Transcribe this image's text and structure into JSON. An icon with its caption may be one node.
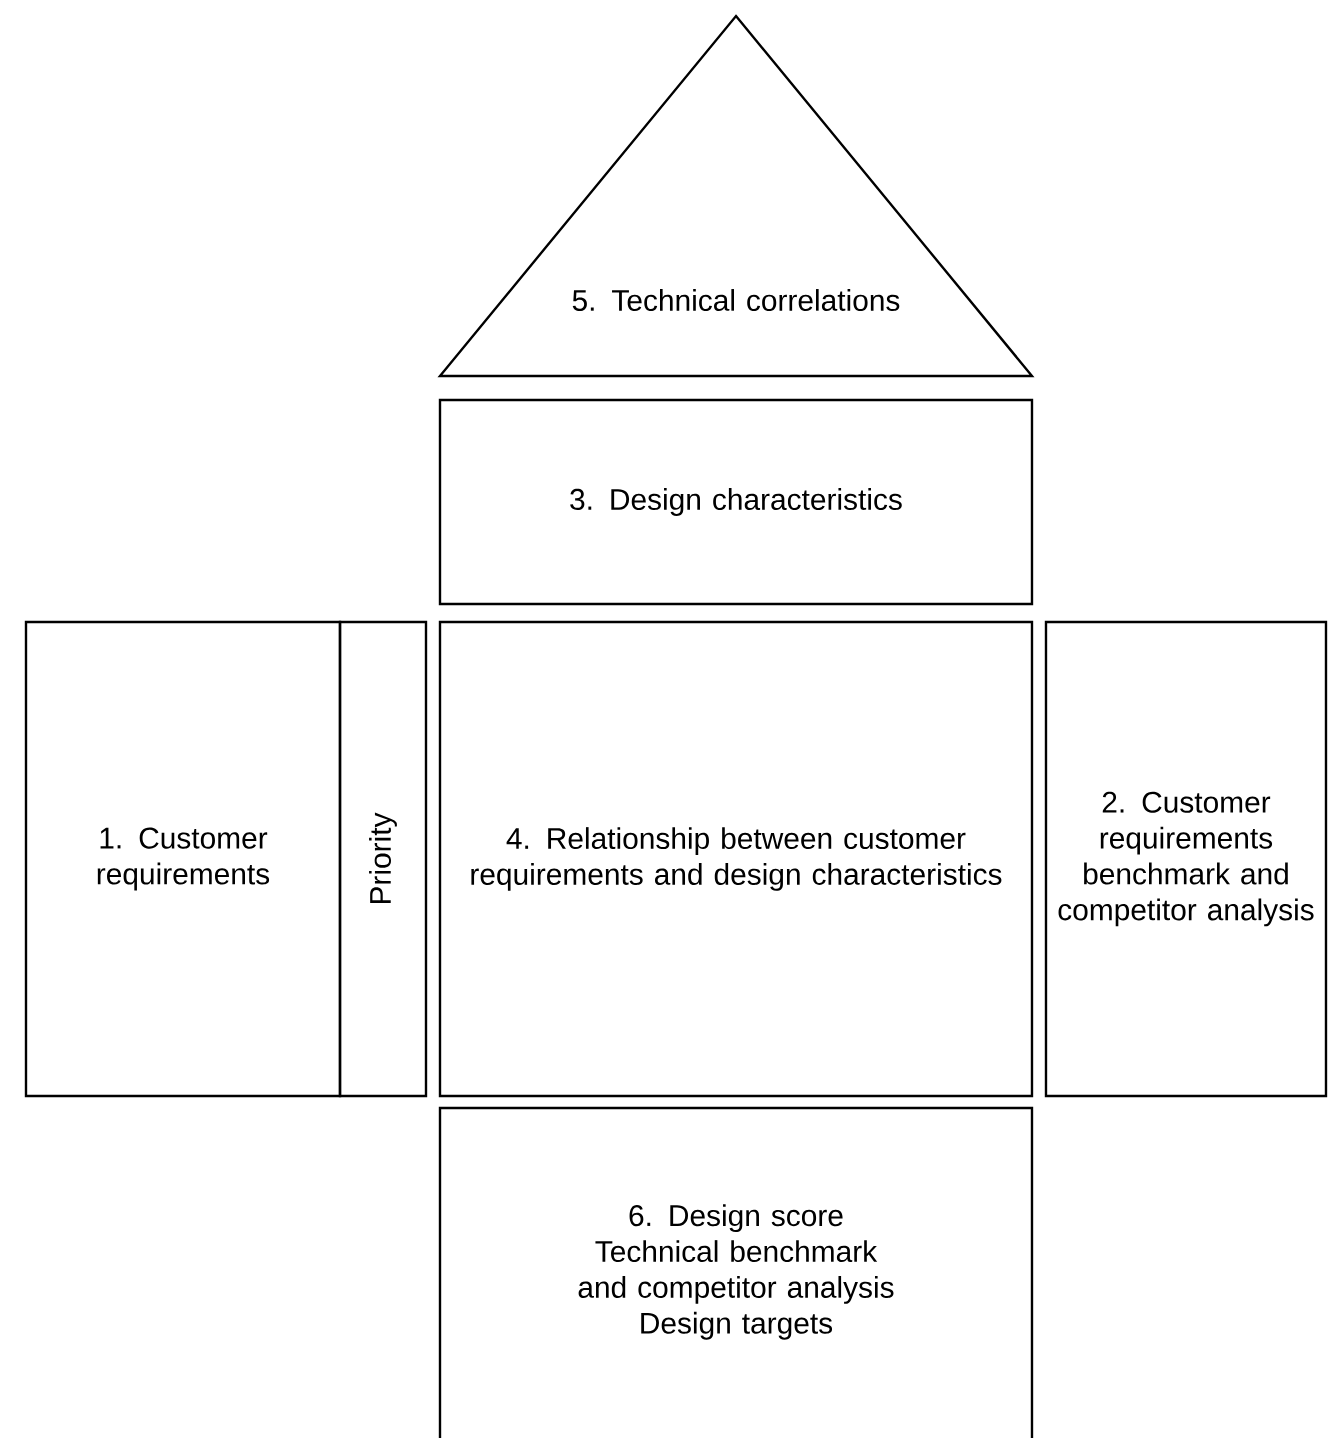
{
  "diagram": {
    "nodes": [
      {
        "text": [
          "5. Technical correlations"
        ]
      },
      {
        "text": [
          "3. Design characteristics"
        ]
      },
      {
        "text": [
          "1. Customer requirements"
        ]
      },
      {
        "text": [
          "Priority"
        ]
      },
      {
        "text": [
          "4. Relationship between customer requirements and design characteristics"
        ]
      },
      {
        "text": [
          "2. Customer requirements benchmark and competitor analysis"
        ]
      },
      {
        "text": [
          "6. Design score",
          "Technical benchmark and competitor analysis",
          "Design targets"
        ]
      }
    ]
  }
}
